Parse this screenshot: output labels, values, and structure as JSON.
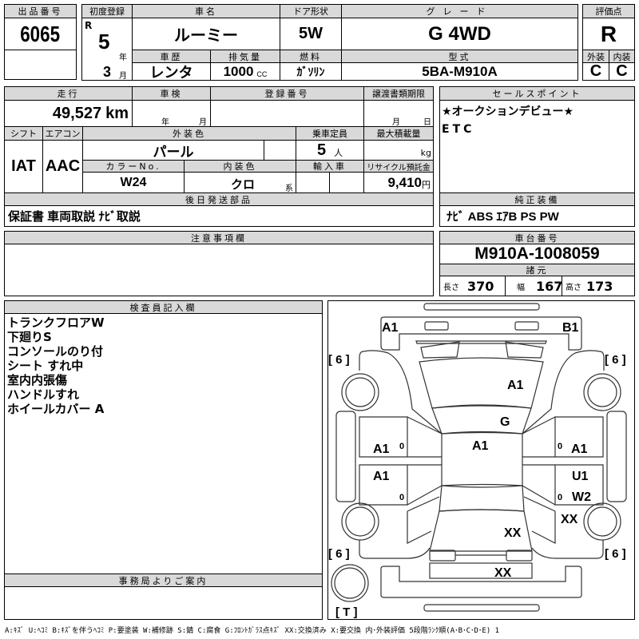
{
  "lot": {
    "label": "出品番号",
    "number": "6065"
  },
  "first_reg": {
    "label": "初度登録",
    "era": "R",
    "year": "5",
    "year_unit": "年",
    "month": "3",
    "month_unit": "月"
  },
  "car_name": {
    "label": "車名",
    "value": "ルーミー"
  },
  "door": {
    "label": "ドア形状",
    "value": "5W"
  },
  "grade": {
    "label": "グレード",
    "value": "G 4WD"
  },
  "history": {
    "label": "車歴",
    "value": "レンタ"
  },
  "displacement": {
    "label": "排気量",
    "value": "1000",
    "unit": "CC"
  },
  "fuel": {
    "label": "燃料",
    "value": "ｶﾞｿﾘﾝ"
  },
  "model": {
    "label": "型式",
    "value": "5BA-M910A"
  },
  "score": {
    "label": "評価点",
    "value": "R",
    "ext_label": "外装",
    "int_label": "内装",
    "ext": "C",
    "int": "C"
  },
  "mileage": {
    "label": "走行",
    "value": "49,527",
    "unit": "km"
  },
  "inspection": {
    "label": "車検",
    "year_unit": "年",
    "month_unit": "月"
  },
  "reg_number": {
    "label": "登録番号"
  },
  "transfer": {
    "label": "譲渡書類期限",
    "month_unit": "月",
    "day_unit": "日"
  },
  "shift": {
    "label": "シフト",
    "value": "IAT"
  },
  "aircon": {
    "label": "エアコン",
    "value": "AAC"
  },
  "ext_color": {
    "label": "外装色",
    "value": "パール"
  },
  "capacity": {
    "label": "乗車定員",
    "value": "5",
    "unit": "人"
  },
  "max_load": {
    "label": "最大積載量",
    "unit": "kg"
  },
  "color_no": {
    "label": "カラーNo.",
    "value": "W24"
  },
  "int_color": {
    "label": "内装色",
    "value": "クロ",
    "unit": "系"
  },
  "import": {
    "label": "輸入車"
  },
  "recycle": {
    "label": "リサイクル預託金",
    "value": "9,410",
    "unit": "円"
  },
  "later_parts": {
    "label": "後日発送部品",
    "value": "保証書 車両取説 ﾅﾋﾞ取説"
  },
  "sales_point": {
    "label": "セールスポイント",
    "lines": [
      "★オークションデビュー★",
      "ETC"
    ]
  },
  "equipment": {
    "label": "純正装備",
    "value": "ﾅﾋﾞ ABS ｴｱB PS PW"
  },
  "notes": {
    "label": "注意事項欄"
  },
  "chassis": {
    "label": "車台番号",
    "value": "M910A-1008059"
  },
  "specs": {
    "label": "諸元",
    "length_label": "長さ",
    "length": "370",
    "width_label": "幅",
    "width": "167",
    "height_label": "高さ",
    "height": "173"
  },
  "inspector": {
    "label": "検査員記入欄",
    "lines": [
      "トランクフロアW",
      "下廻りS",
      "コンソールのり付",
      "シート すれ中",
      "室内内張傷",
      "ハンドルすれ",
      "ホイールカバー A"
    ]
  },
  "office": {
    "label": "事務局よりご案内"
  },
  "diagram": {
    "marks": [
      {
        "id": "front-left-bumper",
        "text": "A1"
      },
      {
        "id": "front-right-bumper",
        "text": "B1"
      },
      {
        "id": "hood",
        "text": "A1"
      },
      {
        "id": "windshield",
        "text": "G"
      },
      {
        "id": "roof",
        "text": "A1"
      },
      {
        "id": "left-front-door",
        "text": "A1"
      },
      {
        "id": "left-rear-door",
        "text": "A1"
      },
      {
        "id": "right-front-door",
        "text": "A1"
      },
      {
        "id": "right-rear-door-1",
        "text": "U1"
      },
      {
        "id": "right-rear-door-2",
        "text": "W2"
      },
      {
        "id": "right-rear-fender",
        "text": "XX"
      },
      {
        "id": "trunk",
        "text": "XX"
      },
      {
        "id": "rear-panel",
        "text": "XX"
      },
      {
        "id": "door-0-lf",
        "text": "0"
      },
      {
        "id": "door-0-lr",
        "text": "0"
      },
      {
        "id": "door-0-rf",
        "text": "0"
      },
      {
        "id": "door-0-rr",
        "text": "0"
      }
    ],
    "tires": [
      {
        "id": "front-left",
        "text": "[ 6 ]"
      },
      {
        "id": "front-right",
        "text": "[ 6 ]"
      },
      {
        "id": "rear-left",
        "text": "[ 6 ]"
      },
      {
        "id": "rear-right",
        "text": "[ 6 ]"
      },
      {
        "id": "spare",
        "text": "[ T ]"
      }
    ]
  },
  "legend": "A:ｷｽﾞ U:ﾍｺﾐ B:ｷｽﾞを伴うﾍｺﾐ P:要塗装 W:補修跡 S:錆 C:腐食 G:ﾌﾛﾝﾄｶﾞﾗｽ点ｷｽﾞ XX:交換済み X:要交換 内･外装評価 5段階ﾗﾝｸ順(A･B･C･D･E) 1"
}
